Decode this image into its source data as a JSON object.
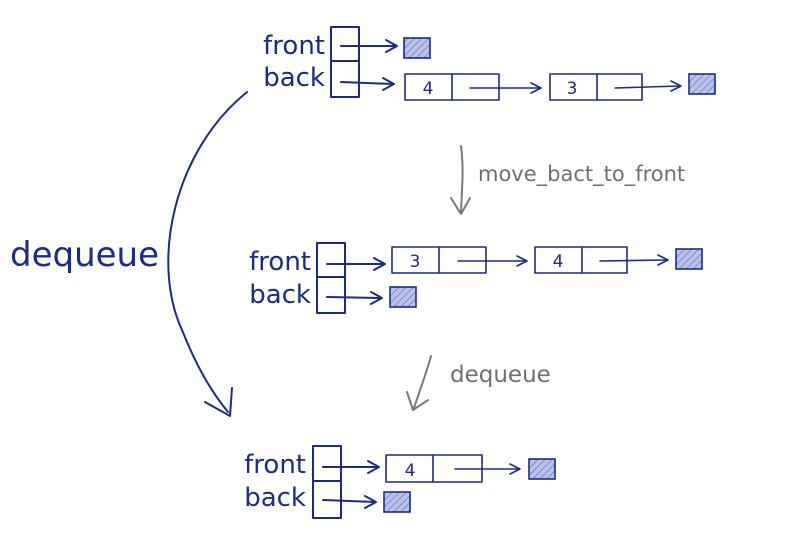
{
  "labels": {
    "front": "front",
    "back": "back",
    "dequeue_big": "dequeue",
    "step1": "move_bact_to_front",
    "step2": "dequeue"
  },
  "states": [
    {
      "front_nodes": [],
      "back_nodes": [
        "4",
        "3"
      ]
    },
    {
      "front_nodes": [
        "3",
        "4"
      ],
      "back_nodes": []
    },
    {
      "front_nodes": [
        "4"
      ],
      "back_nodes": []
    }
  ],
  "colors": {
    "ink": "#1d2a8a",
    "note": "#6f6f6f",
    "null_fill": "#b9c2e8"
  }
}
